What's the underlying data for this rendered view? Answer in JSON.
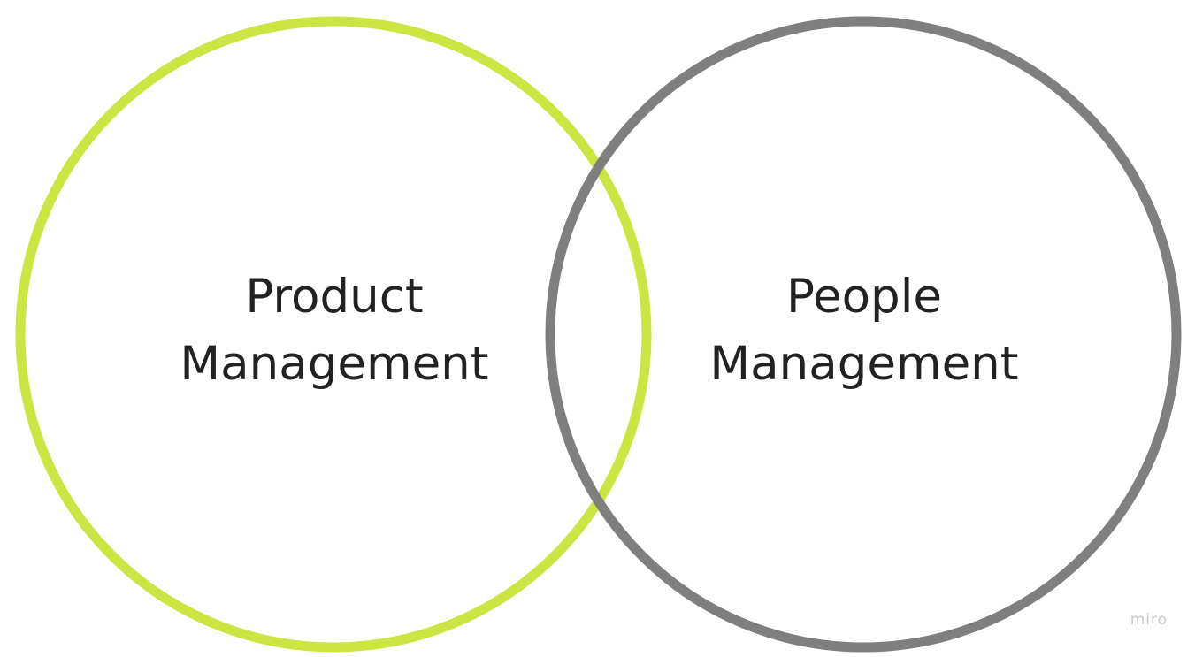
{
  "diagram": {
    "circles": [
      {
        "id": "product-management",
        "label_lines": [
          "Product",
          "Management"
        ],
        "stroke_color": "#cde542"
      },
      {
        "id": "people-management",
        "label_lines": [
          "People",
          "Management"
        ],
        "stroke_color": "#7f7f7f"
      }
    ]
  },
  "watermark": "miro"
}
